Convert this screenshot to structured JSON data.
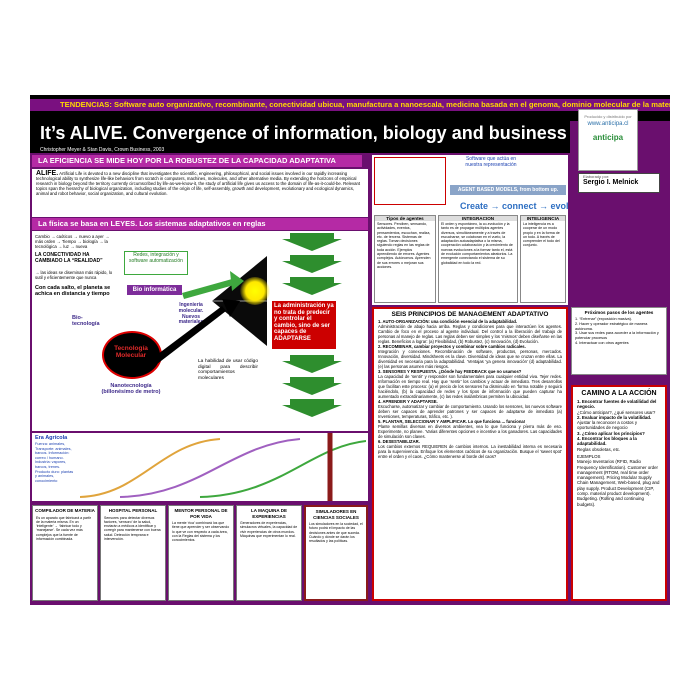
{
  "header": {
    "tendencias": "TENDENCIAS: Software auto organizativo, recombinante, conectividad ubicua, manufactura a nanoescala, medicina basada en el genoma, dominio molecular de la materia",
    "title": "It’s ALIVE. Convergence of information, biology and business",
    "authors": "Christopher Meyer & Stan Davis, Crown Business, 2003",
    "logo_small": "Producido y distribuido por",
    "logo_site": "www.anticipa.cl",
    "logo_brand": "anticipa",
    "author_badge_small": "Elaborado por:",
    "author_name": "Sergio I. Melnick"
  },
  "left": {
    "section1": "LA EFICIENCIA SE MIDE HOY POR LA ROBUSTEZ DE LA CAPACIDAD ADAPTATIVA",
    "alife_word": "ALIFE.",
    "alife_text": "Artificial Life is devoted to a new discipline that investigates the scientific, engineering, philosophical, and social issues involved in our rapidly increasing technological ability to synthesize life-like behaviors from scratch in computers, machines, molecules, and other alternative media. By extending the horizons of empirical research in biology beyond the territory currently circumscribed by life-as-we-know-it, the study of artificial life gives us access to the domain of life-as-it-could-be. Relevant topics span the hierarchy of biological organization, including studies of the origin of life, self-assembly, growth and development, evolutionary and ecological dynamics, animal and robot behavior, social organization, and cultural evolution.",
    "section2": "La física se basa en LEYES. Los sistemas adaptativos en reglas",
    "cambio_text": "Cambio → caóticos → nuevo a ayer → más orden → Tiempo → biología → la tecnológica → luz → nueva",
    "conectividad": "LA CONECTIVIDAD HA CAMBIADO LA “REALIDAD”",
    "conectividad_sub": "→ las ideas se diseminan más rápido, lo sutil y eficientemente que nunca",
    "con_cada_salto": "Con cada salto, el planeta se achica en distancia y tiempo",
    "redes_label": "Redes, integración y software automatización",
    "bio_informatica": "Bio informática",
    "biotecnologia": "Bio-tecnología",
    "ingenieria": "Ingeniería molecular. Nuevos materiales",
    "tecnologia_molecular": "Tecnología Molecular",
    "nanotecnologia": "Nanotecnología (billonésimo de metro)",
    "habilidad": "La habilidad de usar código digital para describir comportamientos moleculares",
    "administracion": "La administración ya no trata de predecir y controlar el cambio, sino de ser capaces de ADAPTARSE",
    "eras_title": "Era Agrícola",
    "eras_text": "Fuerza: animales, Transporte: animales, barcos. Información: correo / humano. Industria: vapores, barcos, trenes. Producto duro: plantas y animales, conocimiento"
  },
  "right_top": {
    "software_label": "Software que actúa en nuestra representación",
    "abm": "AGENT BASED MODELS, from bottom up.",
    "cce": "Create → connect → evolve",
    "tipos_title": "Tipos de agentes",
    "integracion_title": "INTEGRACION",
    "inteligencia_title": "INTELIGENCIA",
    "tipos_text": "Sensores. Perciben, sensando, actividades, eventos, pensamientos, escuchan, realiza, etc. de tercera. Sistemas de reglas. Toman decisiones siguiendo reglas en las reglas de toda acción. Ejemplos aprendiendo de errores. Agentes complejos. Autónomos. Aprenden de sus errores o mejoran sus acciones.",
    "integracion_text": "El orden y espontáneo, la co-evolución y la tanto es de propagar múltiplos agentes diversos, simultáneamente y a través de escucharse, se colaboran en el vuelo, la adaptación autoadaptativa o la misma, cooperación colaboración y la crecimiento de nuevas evoluciones a la formar tanto el, está de evolución comportamientos aleatorios. La emergente conectando el sistema de su globalidad en todo la red.",
    "inteligencia_text": "La inteligencia es a cooperar de un modo propio y en la forma de un todo. A través de comprender el todo del conjunto."
  },
  "principles": {
    "title": "SEIS PRINCIPIOS DE MANAGEMENT ADAPTATIVO",
    "p1_head": "1. AUTO-ORGANIZACIÓN: una condición esencial de la adaptabilidad.",
    "p1": "Administración de abajo hacia arriba. Reglas y condiciones para que interactúen los agentes. Cambio de foco en el proceso al agente individual. Del control a la liberación del trabajo de personas al manejo de reglas. Las reglas deben ser simples y los ‘mismos’ deben diseñarse en las reglas. Beneficios a lograr: (a) Flexibilidad, (b) Robustez, (c) Innovación, (d) Evolución.",
    "p2_head": "2. RECOMBINAR, cambiar proyectos y combinar sobre cambios radicales.",
    "p2": "Integración y conexiones. Recombinación de software, productos, personas, mercados. Innovación, diversidad. Mindsheets es la clave. Diversidad de ideas que se cruzan entre ellas. La diversidad es necesaria para la adaptabilidad. ‘Ventajas ‘ya genera innovación’ (d) adaptabilidad. (e) las personas asumen más riesgos.",
    "p3_head": "3. SENSORES Y RESPUESTA. ¿Dónde hay FEEDBACK que no usamos?",
    "p3": "La capacidad de ‘sentir’ y responder son fundamentales para cualquier entidad viva. Tejer redes. Información en tiempo real. Hay que ‘sentir’ los cambios y actuar de inmediato. Tres desarrollos que facilitan este proceso: (a) el precio de los sensores ha disminuido en ‘forma notable y seguirá haciéndolo, (b) la capacidad de redes y los tipos de información que pueden capturar ha aumentado extraordinariamente, (c) las redes inalámbricas permiten la ubicuidad.",
    "p4_head": "4. APRENDER Y ADAPTARSE.",
    "p4": "Escucharse, automatizar y cambiar de comportamiento. Usando los sensores, los nuevos software deben ser capaces de aprender patrones y ser capaces de adaptarse de inmediato (a) Inversiones, temperaturas, tráfico, etc. ).",
    "p5_head": "5. PLANTAR, SELECCIONAR Y AMPLIFICAR. Lo que funciona ... funciona!",
    "p5": "Plante semillas diversas en diversos ambientes, vea lo que funciona y píerra más de eso. Experimente, no planee. ‘Varias diferentes opciones e incentive a los ganadores. Las capacidades de simulación son claves.",
    "p6_head": "6. DESESTABILIZAR.",
    "p6": "Los cambios externos REQUIEREN de cambios internos. La inestabilidad interna es necesaria para la supervivencia. Enfoque los elementos caóticos de su organización. Busque el ‘sweet spot’ entre el orden y el caos. ¿Cómo mantenerse al borde del caos?"
  },
  "proximos": {
    "title": "Próximos pasos de los agentes",
    "items": [
      "1. “Entrenar” (exposición masiva).",
      "2. Hacer y operador estratégico de manera autónoma.",
      "3. Usar sus redes para acceder a la información y potenciar procesos",
      "4. Interactuar con otros agentes"
    ]
  },
  "camino": {
    "title": "CAMINO A LA ACCIÓN",
    "text1": "1. Encontrar fuentes de volatilidad del negocio.",
    "text1b": "¿Cómo anticipar?, ¿qué sensores usar?",
    "text2": "2. Evaluar impacto de la volatilidad.",
    "text2b": "Ajustar la reconocer a costos y oportunidades de negocio",
    "text3": "3. ¿Cómo aplicar los principios?",
    "text4": "4. Encontrar los bloques a la adaptabilidad.",
    "text4b": "Reglas obsoletas, etc.",
    "ejemplos": "EJEMPLOS",
    "ejemplos_text": "Manejo Inventarios (RFID, Radio Frequency Identification). Customer order management (RTOM, real time order management). Pricing Modular Supply Chain Management, Web-based, plug and play supply. Product Development (CIP, comp. material product development). Budgeting. (Rolling and continuing budgets)."
  },
  "bottom_cols": [
    {
      "title": "COMPILADOR DE MATERIA",
      "text": "Es un aparato que fabricará a partir de la materia misma. En un ‘inteligente’ → ‘fabricar todo y ‘manejarse’. Se cada vez más complejos que la fuente de información combinada."
    },
    {
      "title": "HOSPITAL PERSONAL",
      "text": "Sensores para detectar diversos factores, ‘sensoro’ de la salud, enviarán a médicos a identificar y corregir para mantenerse con buena salud. Detección temprana e intervención."
    },
    {
      "title": "MENTOR PERSONAL DE POR VIDA",
      "text": "La mente ‘rica’ combinará los que tiene que aprender y ser observando lo que ve con respecto a cada área, con la Reglas del sistema y los conocimientos."
    },
    {
      "title": "LA MAQUINA DE EXPERIENCIAS",
      "text": "Generadores de experiencias, simulacros virtuales, la capacidad de vivir experiencias de otros mundos. Máquinas que experimentan lo real."
    },
    {
      "title": "SIMULADORES EN CIENCIAS SOCIALES",
      "text": "Los simuladores en la sociedad, el futuro podrá el impacto de las decisiones antes de que suceda. Cuándo y dónde se darán los resultados y las políticas."
    }
  ],
  "colors": {
    "purple": "#6a0f6e",
    "magenta": "#b52aa5",
    "green": "#3ea83e",
    "red": "#cc0000",
    "blue": "#2e6fc2",
    "yellow": "#ffd800"
  }
}
